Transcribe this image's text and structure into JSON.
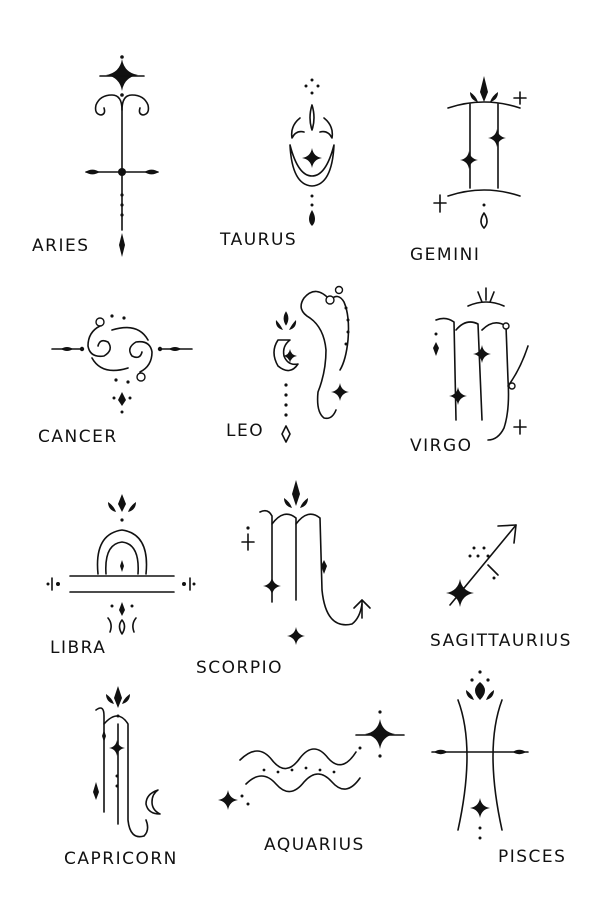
{
  "signs": [
    {
      "id": "aries",
      "label": "ARIES"
    },
    {
      "id": "taurus",
      "label": "TAURUS"
    },
    {
      "id": "gemini",
      "label": "GEMINI"
    },
    {
      "id": "cancer",
      "label": "CANCER"
    },
    {
      "id": "leo",
      "label": "LEO"
    },
    {
      "id": "virgo",
      "label": "VIRGO"
    },
    {
      "id": "libra",
      "label": "LIBRA"
    },
    {
      "id": "scorpio",
      "label": "SCORPIO"
    },
    {
      "id": "sagittarius",
      "label": "SAGITTAURIUS"
    },
    {
      "id": "capricorn",
      "label": "CAPRICORN"
    },
    {
      "id": "aquarius",
      "label": "AQUARIUS"
    },
    {
      "id": "pisces",
      "label": "PISCES"
    }
  ]
}
